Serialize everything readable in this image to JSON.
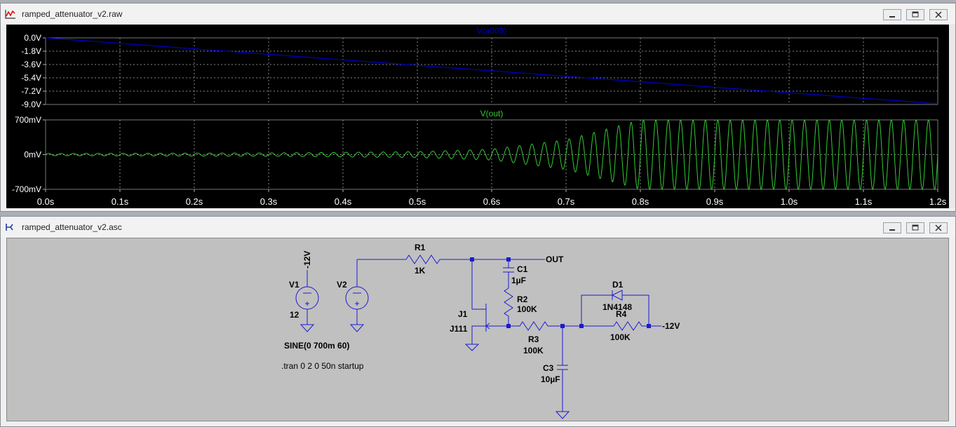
{
  "plot_window": {
    "title": "ramped_attenuator_v2.raw",
    "icon": "waveform-icon"
  },
  "schematic_window": {
    "title": "ramped_attenuator_v2.asc",
    "icon": "schematic-icon"
  },
  "chart_data": [
    {
      "type": "line",
      "title": "V(n003)",
      "x": [
        0,
        1.2
      ],
      "series": [
        {
          "name": "V(n003)",
          "color": "#0000cc",
          "values": [
            0.0,
            -8.9
          ]
        }
      ],
      "xlim": [
        0,
        1.2
      ],
      "ylim": [
        -9.0,
        0.0
      ],
      "yticks": [
        "0.0V",
        "-1.8V",
        "-3.6V",
        "-5.4V",
        "-7.2V",
        "-9.0V"
      ],
      "grid": true
    },
    {
      "type": "line",
      "title": "V(out)",
      "series": [
        {
          "name": "V(out)",
          "color": "#33cc33",
          "frequency_hz": 60,
          "envelope": {
            "t": [
              0,
              0.3,
              0.5,
              0.6,
              0.7,
              0.8,
              1.2
            ],
            "amp_mv": [
              22,
              34,
              60,
              110,
              300,
              700,
              700
            ]
          }
        }
      ],
      "xlim": [
        0,
        1.2
      ],
      "ylim": [
        -700,
        700
      ],
      "yticks": [
        "700mV",
        "0mV",
        "-700mV"
      ],
      "xticks": [
        "0.0s",
        "0.1s",
        "0.2s",
        "0.3s",
        "0.4s",
        "0.5s",
        "0.6s",
        "0.7s",
        "0.8s",
        "0.9s",
        "1.0s",
        "1.1s",
        "1.2s"
      ],
      "grid": true
    }
  ],
  "schematic": {
    "v1": {
      "name": "V1",
      "value": "12",
      "rail": "-12V"
    },
    "v2": {
      "name": "V2",
      "value": "SINE(0 700m 60)"
    },
    "directive": ".tran 0 2 0 50n startup",
    "r1": {
      "name": "R1",
      "value": "1K"
    },
    "c1": {
      "name": "C1",
      "value": "1µF"
    },
    "r2": {
      "name": "R2",
      "value": "100K"
    },
    "j1": {
      "name": "J1",
      "value": "J111"
    },
    "r3": {
      "name": "R3",
      "value": "100K"
    },
    "c3": {
      "name": "C3",
      "value": "10µF"
    },
    "d1": {
      "name": "D1",
      "value": "1N4148"
    },
    "r4": {
      "name": "R4",
      "value": "100K"
    },
    "out_label": "OUT",
    "rail_label": "-12V"
  }
}
